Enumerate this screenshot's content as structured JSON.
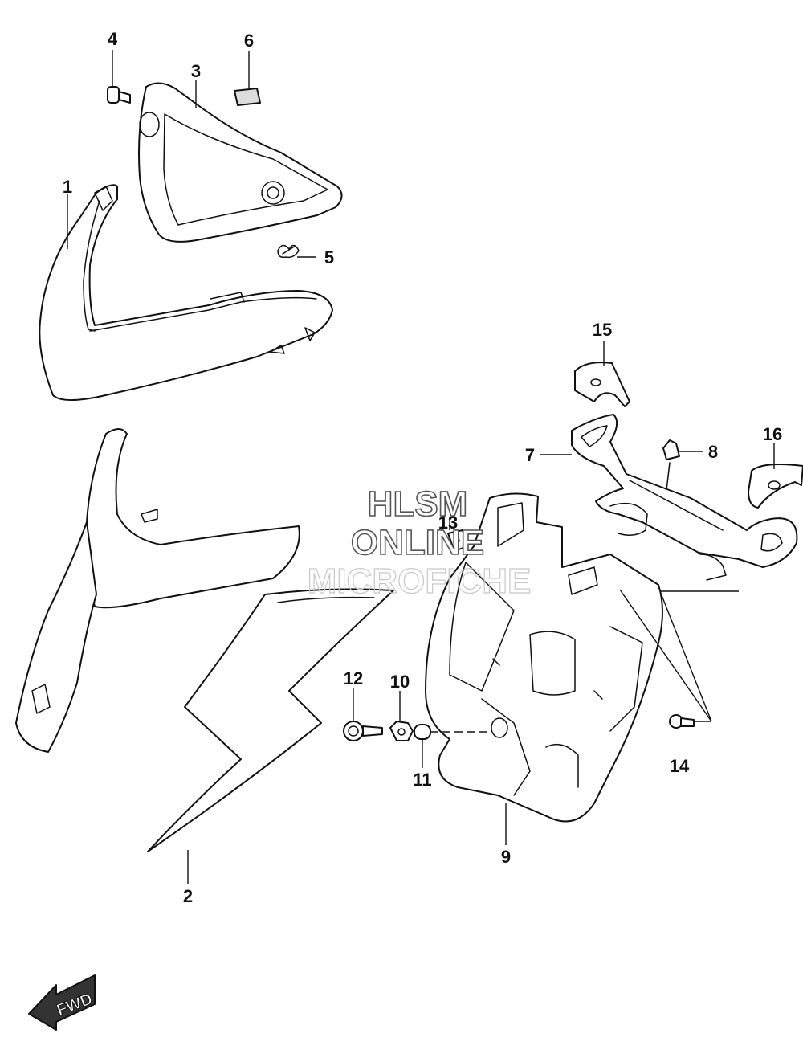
{
  "diagram": {
    "callouts": [
      "1",
      "2",
      "3",
      "4",
      "5",
      "6",
      "7",
      "8",
      "9",
      "10",
      "11",
      "12",
      "13",
      "14",
      "15",
      "16"
    ],
    "watermark": {
      "line1": "HLSM",
      "line2": "ONLINE",
      "line3": "MICROFICHE"
    },
    "direction_label": "FWD"
  }
}
